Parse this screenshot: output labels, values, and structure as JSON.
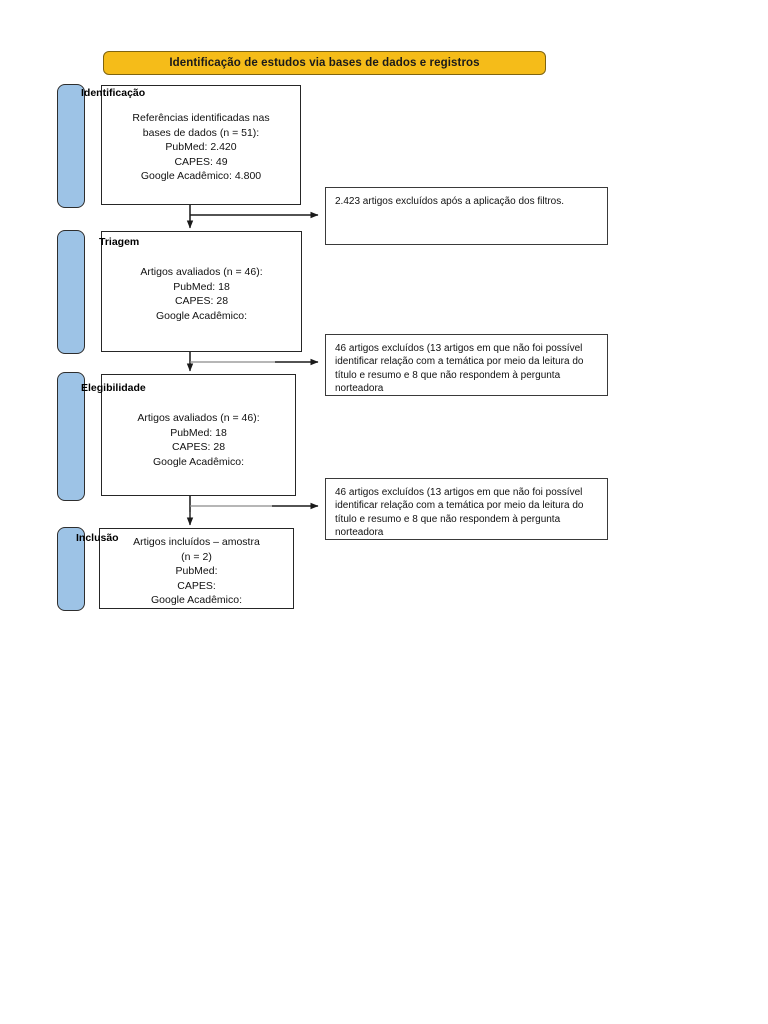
{
  "banner": {
    "title": "Identificação de estudos via bases de dados e registros",
    "color": "#F5BC19"
  },
  "stage_bar_color": "#9DC3E6",
  "stages": [
    {
      "key": "identificacao",
      "label": "Identificação",
      "box_text": "Referências identificadas nas\nbases de dados (n = 51):\nPubMed: 2.420\nCAPES: 49\nGoogle Acadêmico: 4.800"
    },
    {
      "key": "triagem",
      "label": "Triagem",
      "box_text": "Artigos avaliados (n = 46):\nPubMed: 18\nCAPES: 28\nGoogle Acadêmico:"
    },
    {
      "key": "elegibilidade",
      "label": "Elegibilidade",
      "box_text": "Artigos avaliados (n = 46):\nPubMed: 18\nCAPES: 28\nGoogle Acadêmico:"
    },
    {
      "key": "inclusao",
      "label": "Inclusão",
      "box_text": "Artigos incluídos – amostra\n(n = 2)\nPubMed:\nCAPES:\nGoogle Acadêmico:"
    }
  ],
  "exclusions": [
    {
      "key": "exclusion-1",
      "text": "2.423 artigos excluídos após a aplicação dos filtros."
    },
    {
      "key": "exclusion-2",
      "text": "46 artigos excluídos (13 artigos em que não foi possível identificar relação com a temática por meio da leitura do título e resumo e 8 que não respondem à pergunta norteadora"
    },
    {
      "key": "exclusion-3",
      "text": "46 artigos excluídos (13 artigos em que não foi possível identificar relação com a temática por meio da leitura do título e resumo e 8 que não respondem à pergunta norteadora"
    }
  ]
}
